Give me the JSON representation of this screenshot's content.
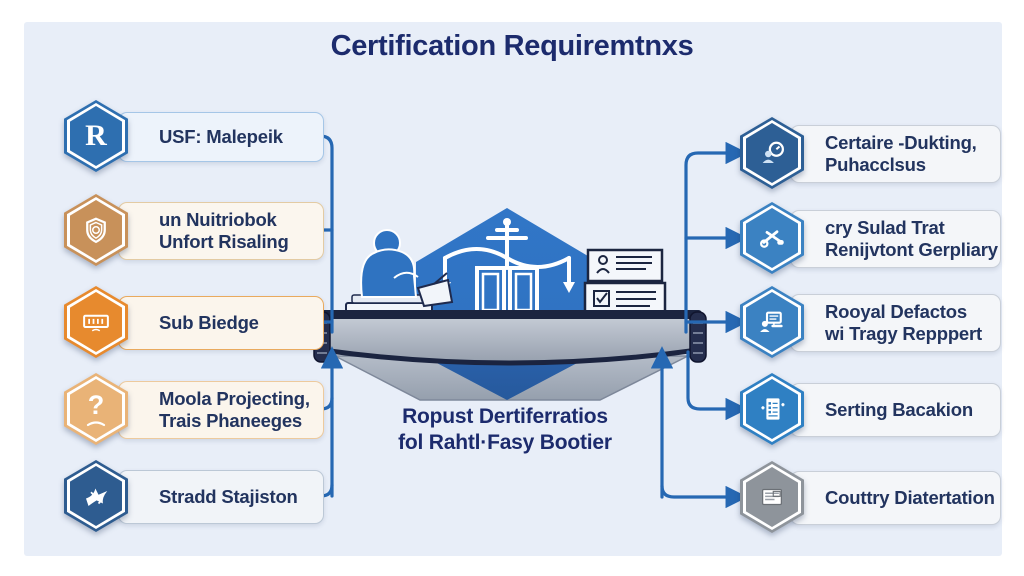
{
  "theme": {
    "page-bg": "#ffffff",
    "panel-bg": "#e8eef8",
    "title-color": "#1c2b6d",
    "label-color": "#22345f",
    "connector-color": "#2668b3",
    "center-hex-top": "#3176c7",
    "center-hex-bottom": "#2a61ab",
    "deck-dark": "#1b2440"
  },
  "title": "Certification Requiremtnxs",
  "center_caption": {
    "line1": "Ropust Dertiferratios",
    "line2": "fol Rahtl·Fasy Bootier"
  },
  "center_illustration": {
    "icons": [
      "balance-scale-icon",
      "seated-figure-icon",
      "document-stack-icon",
      "bridge-icon",
      "hexagon-shape"
    ]
  },
  "left_items": [
    {
      "line1": "USF: Malepeik",
      "line2": "",
      "icon": "r-letter",
      "hex_fill": "#2e6fb0",
      "box_bg": "#edf3fb",
      "box_border": "#a5c6e7"
    },
    {
      "line1": "un Nuitriobok",
      "line2": "Unfort Risaling",
      "icon": "shield",
      "hex_fill": "#c8915a",
      "box_bg": "#fbf6ee",
      "box_border": "#e3cba3"
    },
    {
      "line1": "Sub Biedge",
      "line2": "",
      "icon": "seal-logo",
      "hex_fill": "#e78a2e",
      "box_bg": "#fbf5ec",
      "box_border": "#e9aa5e"
    },
    {
      "line1": "Moola Projecting,",
      "line2": "Trais Phaneeges",
      "icon": "question-mark",
      "hex_fill": "#e9b377",
      "box_bg": "#fbf5ec",
      "box_border": "#edca9d"
    },
    {
      "line1": "Stradd Stajiston",
      "line2": "",
      "icon": "dove",
      "hex_fill": "#2e5c90",
      "box_bg": "#f1f4f8",
      "box_border": "#bcc8d6"
    }
  ],
  "right_items": [
    {
      "line1": "Certaire -Dukting,",
      "line2": "Puhacclsus",
      "icon": "person-clock",
      "hex_fill": "#2d5f95",
      "box_bg": "#f4f6f9",
      "box_border": "#c9cfd8"
    },
    {
      "line1": "cry Sulad Trat",
      "line2": "Renijvtont Gerpliary",
      "icon": "tools",
      "hex_fill": "#3b82c2",
      "box_bg": "#f4f6f9",
      "box_border": "#c9cfd8"
    },
    {
      "line1": "Rooyal Defactos",
      "line2": "wi Tragy Repppert",
      "icon": "workstation",
      "hex_fill": "#3b82c2",
      "box_bg": "#f4f6f9",
      "box_border": "#c9cfd8"
    },
    {
      "line1": "Serting Bacakion",
      "line2": "",
      "icon": "document-list",
      "hex_fill": "#2f80c3",
      "box_bg": "#f4f6f9",
      "box_border": "#c9cfd8"
    },
    {
      "line1": "Couttry Diatertation",
      "line2": "",
      "icon": "document",
      "hex_fill": "#8e949b",
      "box_bg": "#f4f6f9",
      "box_border": "#c9cfd8"
    }
  ]
}
